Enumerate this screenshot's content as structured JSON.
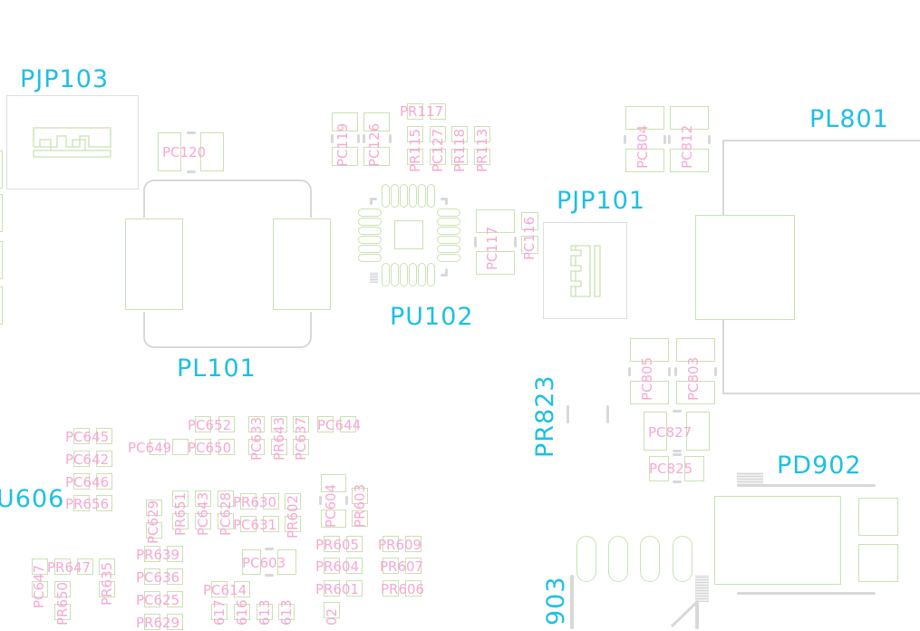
{
  "view": {
    "type": "pcb-layout",
    "colors": {
      "background": "#ffffff",
      "refdes_large": "#1cbfe6",
      "refdes_small": "#f7a8d2",
      "pad_outline": "#c8e2b0",
      "silkscreen": "#d8d8d8"
    }
  },
  "components": {
    "PJP103": {
      "label": "PJP103"
    },
    "PC120": {
      "label": "PC120"
    },
    "PL101": {
      "label": "PL101"
    },
    "PU102": {
      "label": "PU102"
    },
    "PC119": {
      "label": "PC119"
    },
    "PC126": {
      "label": "PC126"
    },
    "PR117": {
      "label": "PR117"
    },
    "PR115": {
      "label": "PR115"
    },
    "PC127": {
      "label": "PC127"
    },
    "PR118": {
      "label": "PR118"
    },
    "PR113": {
      "label": "PR113"
    },
    "PC117": {
      "label": "PC117"
    },
    "PC116": {
      "label": "PC116"
    },
    "PJP101": {
      "label": "PJP101"
    },
    "PC804": {
      "label": "PC804"
    },
    "PC812": {
      "label": "PC812"
    },
    "PL801": {
      "label": "PL801"
    },
    "PR823": {
      "label": "PR823"
    },
    "PC805": {
      "label": "PC805"
    },
    "PC803": {
      "label": "PC803"
    },
    "PC827": {
      "label": "PC827"
    },
    "PC825": {
      "label": "PC825"
    },
    "PD902": {
      "label": "PD902"
    },
    "PD903": {
      "label": "903"
    },
    "PU606": {
      "label": "U606"
    },
    "PC645": {
      "label": "PC645"
    },
    "PC642": {
      "label": "PC642"
    },
    "PC646": {
      "label": "PC646"
    },
    "PR656": {
      "label": "PR656"
    },
    "PC652": {
      "label": "PC652"
    },
    "PC649": {
      "label": "PC649"
    },
    "PC650": {
      "label": "PC650"
    },
    "PC633": {
      "label": "PC633"
    },
    "PR643": {
      "label": "PR643"
    },
    "PC637": {
      "label": "PC637"
    },
    "PC644": {
      "label": "PC644"
    },
    "PC629": {
      "label": "PC629"
    },
    "PR651": {
      "label": "PR651"
    },
    "PC643": {
      "label": "PC643"
    },
    "PC628": {
      "label": "PC628"
    },
    "PR630": {
      "label": "PR630"
    },
    "PC631": {
      "label": "PC631"
    },
    "PR602": {
      "label": "PR602"
    },
    "PC604": {
      "label": "PC604"
    },
    "PR603": {
      "label": "PR603"
    },
    "PC647": {
      "label": "PC647"
    },
    "PR647": {
      "label": "PR647"
    },
    "PR650": {
      "label": "PR650"
    },
    "PR635": {
      "label": "PR635"
    },
    "PR639": {
      "label": "PR639"
    },
    "PC636": {
      "label": "PC636"
    },
    "PC625": {
      "label": "PC625"
    },
    "PR629": {
      "label": "PR629"
    },
    "PC603": {
      "label": "PC603"
    },
    "PC614": {
      "label": "PC614"
    },
    "PC617": {
      "label": "617"
    },
    "PC616": {
      "label": "616"
    },
    "PR613": {
      "label": "613"
    },
    "PC613": {
      "label": "613"
    },
    "PR605": {
      "label": "PR605"
    },
    "PR609": {
      "label": "PR609"
    },
    "PR604": {
      "label": "PR604"
    },
    "PR607": {
      "label": "PR607"
    },
    "PR601": {
      "label": "PR601"
    },
    "PR606": {
      "label": "PR606"
    },
    "P602": {
      "label": "02"
    }
  }
}
